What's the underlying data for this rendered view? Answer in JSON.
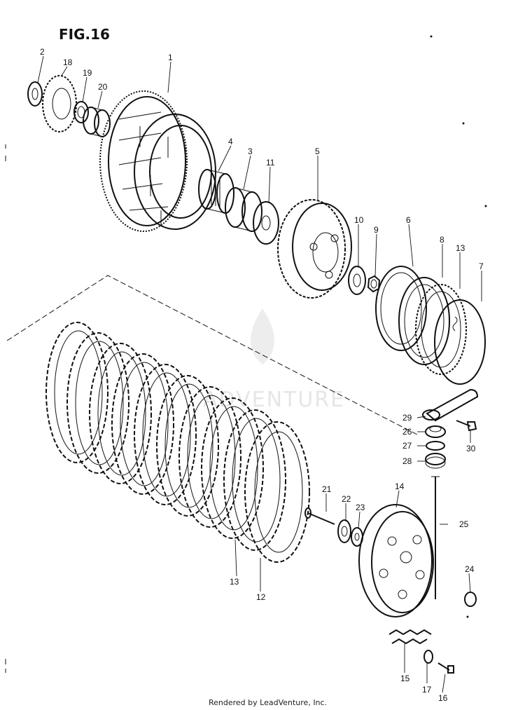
{
  "figure": {
    "title": "FIG.16"
  },
  "callouts": [
    "1",
    "2",
    "3",
    "4",
    "5",
    "6",
    "7",
    "8",
    "9",
    "10",
    "11",
    "12",
    "13",
    "13",
    "14",
    "15",
    "16",
    "17",
    "18",
    "19",
    "20",
    "21",
    "22",
    "23",
    "24",
    "25",
    "26",
    "27",
    "28",
    "29",
    "30"
  ],
  "watermark": {
    "text": "ADVENTURE"
  },
  "footer": {
    "text": "Rendered by LeadVenture, Inc."
  },
  "colors": {
    "ink": "#111111",
    "background": "#ffffff",
    "watermark": "#e6e6e6"
  }
}
